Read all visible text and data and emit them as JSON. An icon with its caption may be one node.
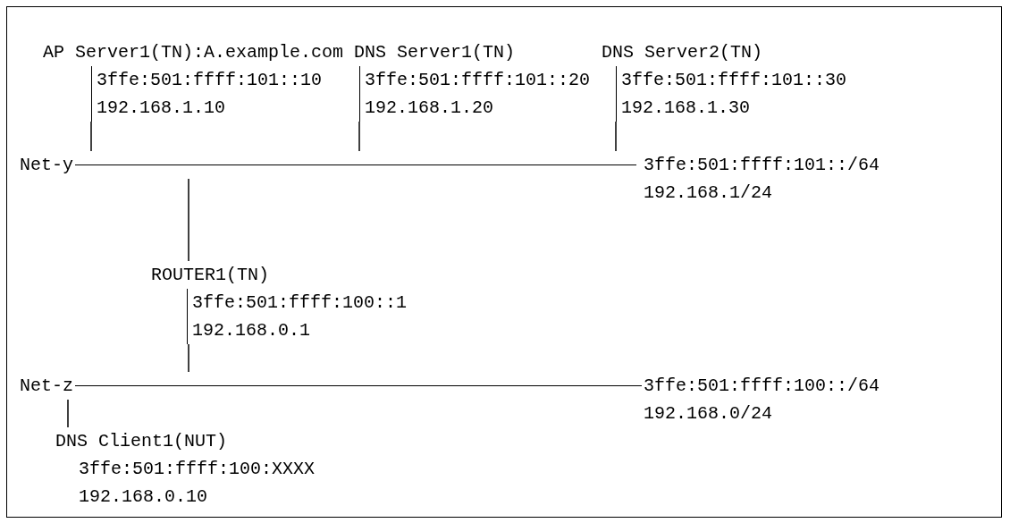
{
  "diagram": {
    "nodes": [
      {
        "text": [
          "AP Server1(TN):A.example.com",
          "3ffe:501:ffff:101::10",
          "192.168.1.10"
        ]
      },
      {
        "text": [
          "DNS Server1(TN)",
          "3ffe:501:ffff:101::20",
          "192.168.1.20"
        ]
      },
      {
        "text": [
          "DNS Server2(TN)",
          "3ffe:501:ffff:101::30",
          "192.168.1.30"
        ]
      },
      {
        "text": [
          "Net-y"
        ],
        "beside": [
          "3ffe:501:ffff:101::/64",
          "192.168.1/24"
        ]
      },
      {
        "text": [
          "ROUTER1(TN)",
          "3ffe:501:ffff:100::1",
          "192.168.0.1"
        ]
      },
      {
        "text": [
          "Net-z"
        ],
        "beside": [
          "3ffe:501:ffff:100::/64",
          "192.168.0/24"
        ]
      },
      {
        "text": [
          "DNS Client1(NUT)",
          "3ffe:501:ffff:100:XXXX",
          "192.168.0.10"
        ]
      }
    ],
    "edges": [
      {
        "from": 0,
        "to": 3,
        "arrow": "none"
      },
      {
        "from": 1,
        "to": 3,
        "arrow": "none"
      },
      {
        "from": 2,
        "to": 3,
        "arrow": "none"
      },
      {
        "from": 4,
        "to": 3,
        "arrow": "none"
      },
      {
        "from": 4,
        "to": 5,
        "arrow": "none"
      },
      {
        "from": 6,
        "to": 5,
        "arrow": "none"
      }
    ]
  }
}
